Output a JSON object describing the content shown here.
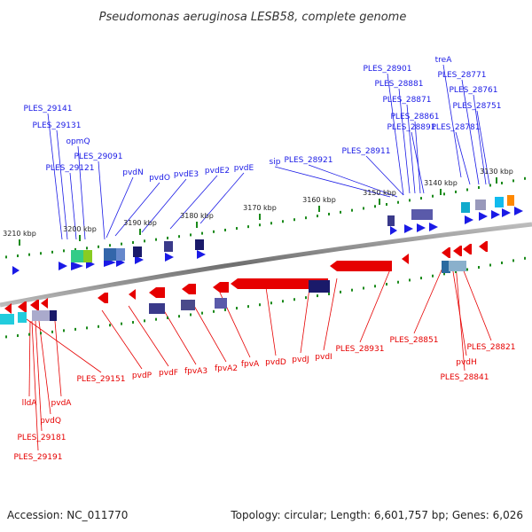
{
  "title": "Pseudomonas aeruginosa LESB58, complete genome",
  "footer": {
    "accession": "Accession: NC_011770",
    "stats": "Topology: circular; Length: 6,601,757 bp; Genes: 6,026"
  },
  "colors": {
    "forward": "#1a1ae6",
    "reverse": "#e60000",
    "backbone": "#8a8a8a",
    "tick": "#1a8a1a"
  },
  "kbp_ticks": [
    "3130 kbp",
    "3140 kbp",
    "3150 kbp",
    "3160 kbp",
    "3170 kbp",
    "3180 kbp",
    "3190 kbp",
    "3200 kbp",
    "3210 kbp"
  ],
  "top_labels": [
    {
      "label": "treA"
    },
    {
      "label": "PLES_28901"
    },
    {
      "label": "PLES_28771"
    },
    {
      "label": "PLES_28881"
    },
    {
      "label": "PLES_28761"
    },
    {
      "label": "PLES_28871"
    },
    {
      "label": "PLES_28751"
    },
    {
      "label": "PLES_28861"
    },
    {
      "label": "PLES_28891"
    },
    {
      "label": "PLES_28781"
    },
    {
      "label": "PLES_29141"
    },
    {
      "label": "PLES_29131"
    },
    {
      "label": "opmQ"
    },
    {
      "label": "PLES_29091"
    },
    {
      "label": "PLES_29121"
    },
    {
      "label": "PLES_28911"
    },
    {
      "label": "sip"
    },
    {
      "label": "PLES_28921"
    },
    {
      "label": "pvdE3"
    },
    {
      "label": "pvdE2"
    },
    {
      "label": "pvdE"
    },
    {
      "label": "pvdO"
    },
    {
      "label": "pvdN"
    }
  ],
  "bottom_labels": [
    {
      "label": "PLES_29151"
    },
    {
      "label": "pvdP"
    },
    {
      "label": "pvdF"
    },
    {
      "label": "fpvA3"
    },
    {
      "label": "fpvA2"
    },
    {
      "label": "fpvA"
    },
    {
      "label": "pvdD"
    },
    {
      "label": "pvdJ"
    },
    {
      "label": "pvdI"
    },
    {
      "label": "PLES_28931"
    },
    {
      "label": "PLES_28851"
    },
    {
      "label": "PLES_28821"
    },
    {
      "label": "pvdH"
    },
    {
      "label": "PLES_28841"
    },
    {
      "label": "lldA"
    },
    {
      "label": "pvdA"
    },
    {
      "label": "pvdQ"
    },
    {
      "label": "PLES_29181"
    },
    {
      "label": "PLES_29191"
    }
  ]
}
